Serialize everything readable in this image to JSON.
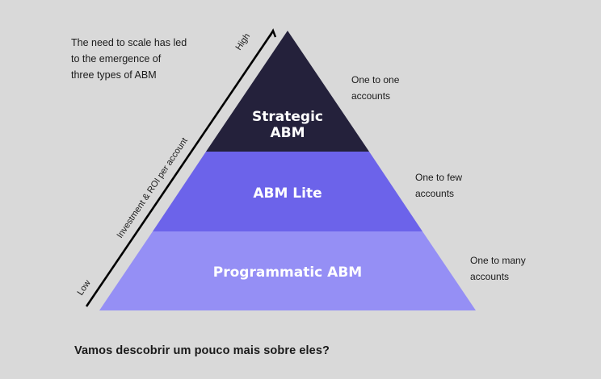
{
  "intro_text": [
    "The need to scale has led",
    "to the emergence of",
    "three types of ABM"
  ],
  "axis": {
    "label": "Investment & ROI per account",
    "high": "High",
    "low": "Low"
  },
  "levels": [
    {
      "name_lines": [
        "Strategic",
        "ABM"
      ],
      "description": [
        "One to one",
        "accounts"
      ],
      "color": "#24213b"
    },
    {
      "name_lines": [
        "ABM Lite"
      ],
      "description": [
        "One to few",
        "accounts"
      ],
      "color": "#6c63ea"
    },
    {
      "name_lines": [
        "Programmatic ABM"
      ],
      "description": [
        "One to many",
        "accounts"
      ],
      "color": "#958ff5"
    }
  ],
  "footer": "Vamos descobrir um pouco mais sobre eles?"
}
